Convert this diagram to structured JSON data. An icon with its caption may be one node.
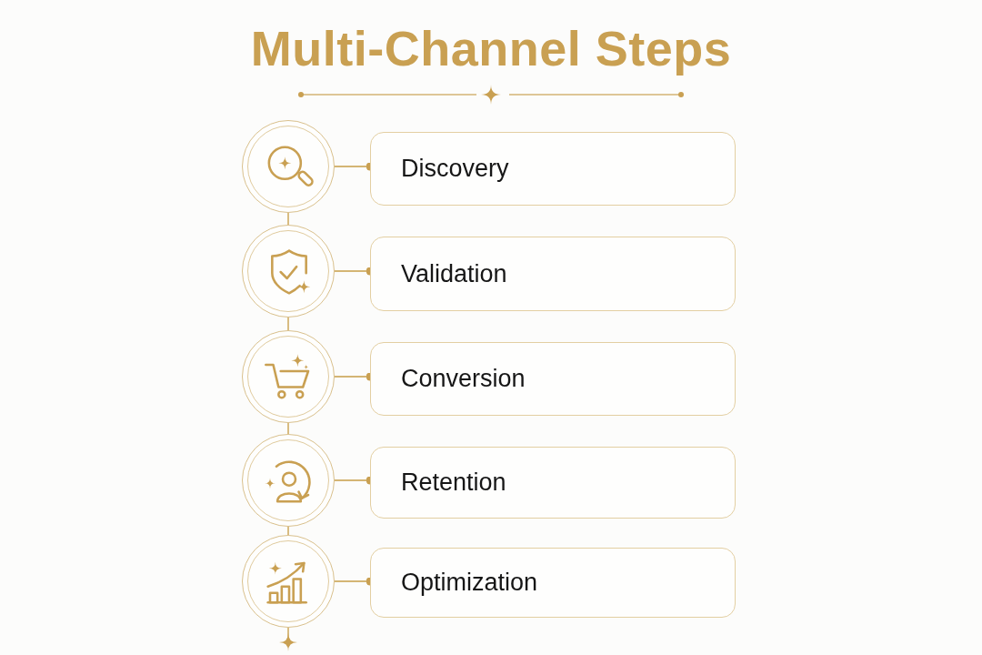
{
  "diagram": {
    "title": "Multi-Channel Steps",
    "nodes": [
      {
        "text": [],
        "shape": "circle"
      },
      {
        "text": [
          "Discovery"
        ]
      },
      {
        "text": [],
        "shape": "circle"
      },
      {
        "text": [
          "Validation"
        ]
      },
      {
        "text": [],
        "shape": "circle"
      },
      {
        "text": [
          "Conversion"
        ]
      },
      {
        "text": [],
        "shape": "circle"
      },
      {
        "text": [
          "Retention"
        ]
      },
      {
        "text": [],
        "shape": "circle"
      },
      {
        "text": [
          "Optimization"
        ]
      }
    ],
    "edges": [
      {
        "from": 0,
        "to": 1,
        "arrow": "other"
      },
      {
        "from": 2,
        "to": 3,
        "arrow": "other"
      },
      {
        "from": 4,
        "to": 5,
        "arrow": "other"
      },
      {
        "from": 6,
        "to": 7,
        "arrow": "other"
      },
      {
        "from": 8,
        "to": 9,
        "arrow": "other"
      },
      {
        "from": 0,
        "to": 2,
        "arrow": "none"
      },
      {
        "from": 2,
        "to": 4,
        "arrow": "none"
      },
      {
        "from": 4,
        "to": 6,
        "arrow": "none"
      },
      {
        "from": 6,
        "to": 8,
        "arrow": "none"
      },
      {
        "from": 8,
        "to": null,
        "arrow": "other"
      }
    ]
  }
}
